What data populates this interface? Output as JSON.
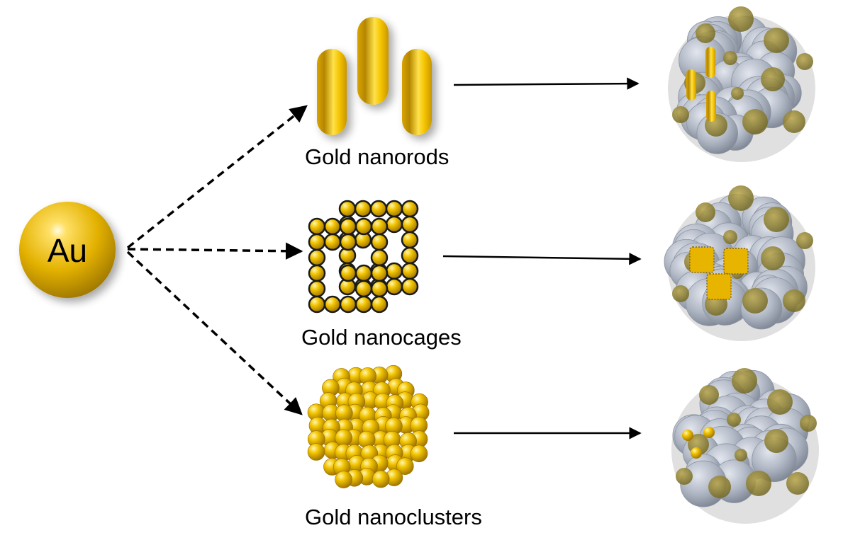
{
  "source": {
    "label": "Au"
  },
  "products": [
    {
      "label": "Gold nanorods"
    },
    {
      "label": "Gold nanocages"
    },
    {
      "label": "Gold nanoclusters"
    }
  ],
  "colors": {
    "gold": "#e8b800",
    "gold_dark": "#a67c00",
    "gold_light": "#fff1a0",
    "carrier_gray": "#b3bac6",
    "carrier_dark": "#7f8795",
    "arrow": "#000000"
  }
}
